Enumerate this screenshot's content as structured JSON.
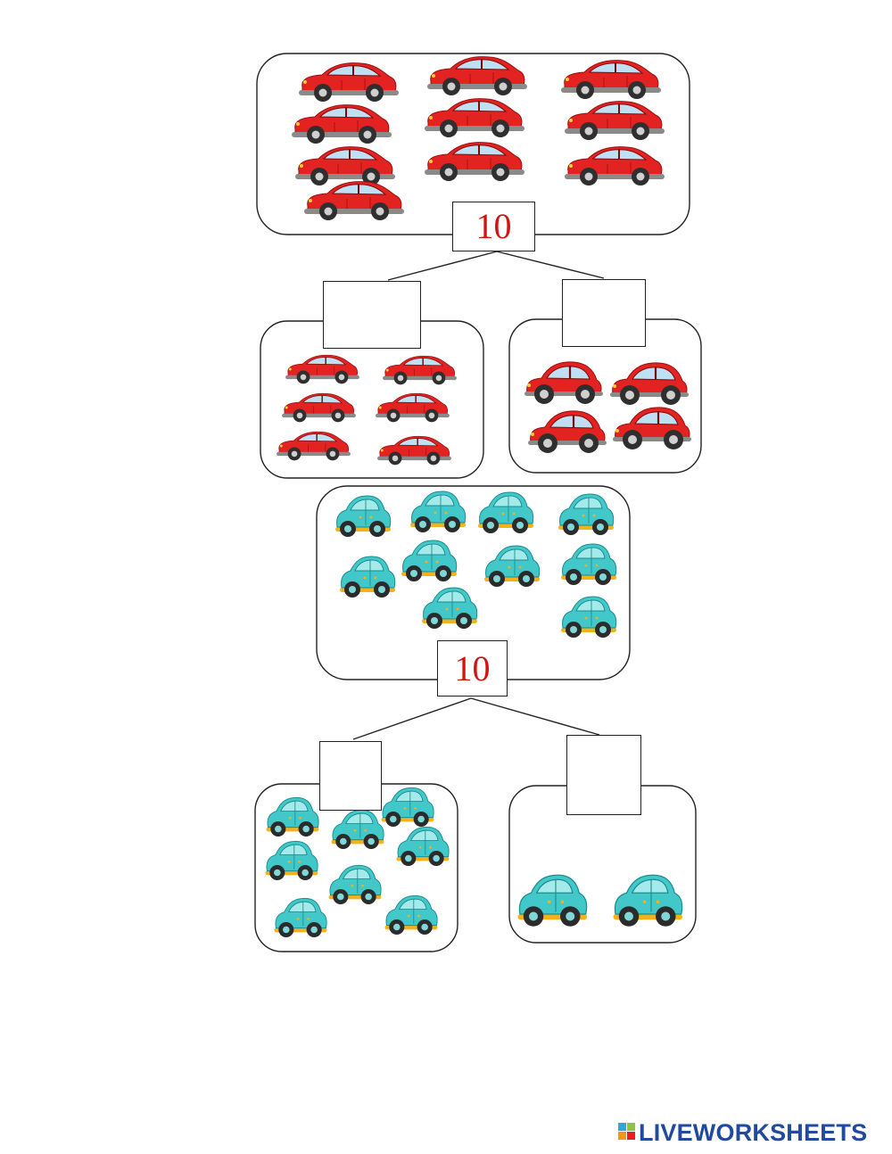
{
  "worksheet": {
    "problems": [
      {
        "id": "red",
        "total": "10",
        "whole_count": 10,
        "left_count": 6,
        "right_count": 4,
        "car_color": "#e41c1c",
        "left_answer": "",
        "right_answer": ""
      },
      {
        "id": "teal",
        "total": "10",
        "whole_count": 10,
        "left_count": 8,
        "right_count": 2,
        "car_color": "#3cc7c9",
        "left_answer": "",
        "right_answer": ""
      }
    ]
  },
  "icons": {
    "red_car": "red-car-icon",
    "teal_car": "teal-car-icon"
  },
  "colors": {
    "number": "#d21414",
    "brand": "#1f4aa0"
  },
  "brand": {
    "logo_letters": "LIVE",
    "name": "LIVEWORKSHEETS"
  }
}
